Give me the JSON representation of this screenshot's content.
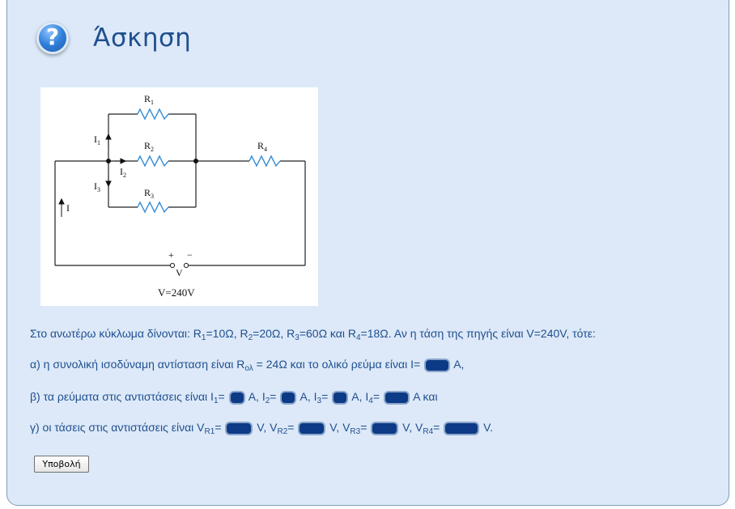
{
  "title": "Άσκηση",
  "help_icon_glyph": "?",
  "figure": {
    "R1": "R",
    "R1_sub": "1",
    "R2": "R",
    "R2_sub": "2",
    "R3": "R",
    "R3_sub": "3",
    "R4": "R",
    "R4_sub": "4",
    "I1": "I",
    "I1_sub": "1",
    "I2": "I",
    "I2_sub": "2",
    "I3": "I",
    "I3_sub": "3",
    "I": "I",
    "plus": "+",
    "minus": "−",
    "V": "V",
    "caption": "V=240V"
  },
  "statement": {
    "p1": "Στο ανωτέρω κύκλωμα δίνονται: R",
    "s1": "1",
    "p2": "=10Ω, R",
    "s2": "2",
    "p3": "=20Ω, R",
    "s3": "3",
    "p4": "=60Ω και R",
    "s4": "4",
    "p5": "=18Ω. Αν η τάση της πηγής είναι V=240V, τότε:"
  },
  "q_a": {
    "p1": "α) η συνολική ισοδύναμη αντίσταση είναι R",
    "s1": "ολ",
    "p2": " = 24Ω και το ολικό ρεύμα είναι I=",
    "p3": "A,"
  },
  "q_b": {
    "p1": "β) τα ρεύματα στις αντιστάσεις είναι I",
    "s1": "1",
    "p2": "=",
    "p3": "A, I",
    "s2": "2",
    "p4": "=",
    "p5": "A, I",
    "s3": "3",
    "p6": "=",
    "p7": "A, I",
    "s4": "4",
    "p8": "=",
    "p9": "A και"
  },
  "q_c": {
    "p1": "γ) οι τάσεις στις αντιστάσεις είναι V",
    "s1": "R1",
    "p2": "=",
    "p3": "V, V",
    "s2": "R2",
    "p4": "=",
    "p5": "V, V",
    "s3": "R3",
    "p6": "=",
    "p7": "V, V",
    "s4": "R4",
    "p8": "=",
    "p9": "V."
  },
  "submit_label": "Υποβολή",
  "colors": {
    "panel": "#dde9f8",
    "text": "#1f4f8f",
    "blank": "#0d3a86",
    "resistor": "#3a8fd6"
  }
}
